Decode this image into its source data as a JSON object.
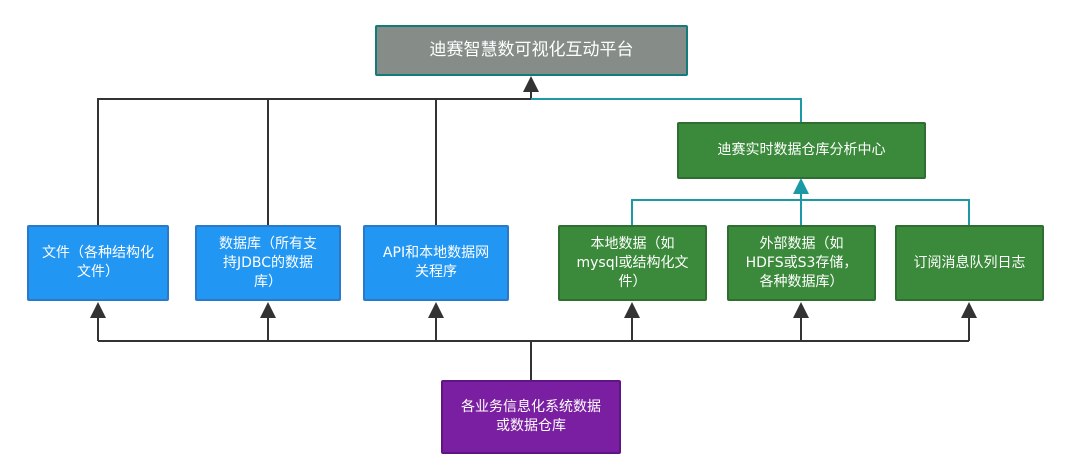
{
  "diagram": {
    "platform": "迪赛智慧数可视化互动平台",
    "analysis_center": "迪赛实时数据仓库分析中心",
    "sources_direct": [
      "文件（各种结构化\n文件）",
      "数据库（所有支\n持JDBC的数据\n库）",
      "API和本地数据网\n关程序"
    ],
    "sources_center": [
      "本地数据（如\nmysql或结构化文\n件）",
      "外部数据（如\nHDFS或S3存储，\n各种数据库）",
      "订阅消息队列日志"
    ],
    "origin": "各业务信息化系统数据\n或数据仓库"
  },
  "colors": {
    "platform": "#868c88",
    "blue_nodes": "#2196f3",
    "green_nodes": "#3b8a3b",
    "origin": "#7b1fa2",
    "dark_connector": "#333333",
    "teal_connector": "#1b9aa6"
  }
}
